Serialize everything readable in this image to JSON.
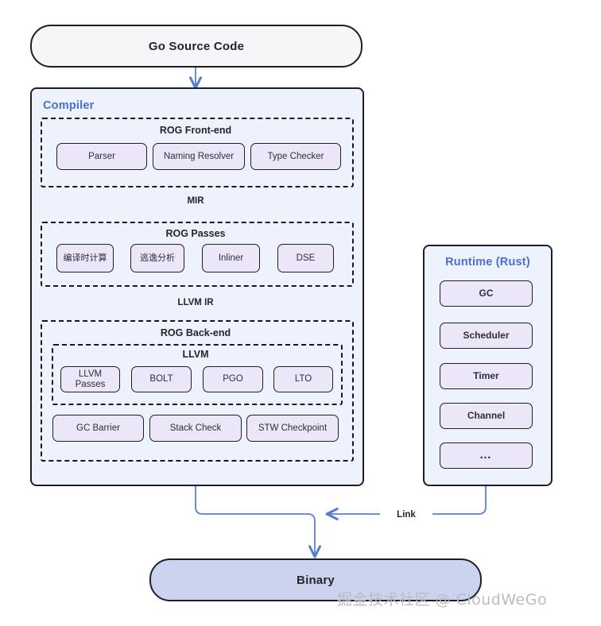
{
  "colors": {
    "accent_blue": "#4a6fd0",
    "wire_blue": "#5b7fd0",
    "panel_bg": "#eef2fc",
    "chip_fill": "#ece7f8",
    "binary_fill": "#ccd3ef",
    "source_fill": "#f5f6f8",
    "outline": "#1d1f25"
  },
  "nodes": {
    "source": {
      "label": "Go Source Code"
    },
    "binary": {
      "label": "Binary"
    }
  },
  "compiler": {
    "title": "Compiler",
    "groups": [
      {
        "title": "ROG Front-end",
        "chips": [
          {
            "label": "Parser"
          },
          {
            "label": "Naming Resolver"
          },
          {
            "label": "Type Checker"
          }
        ]
      },
      {
        "title": "ROG Passes",
        "chips": [
          {
            "label": "编译时计算"
          },
          {
            "label": "逃逸分析"
          },
          {
            "label": "Inliner"
          },
          {
            "label": "DSE"
          }
        ]
      },
      {
        "title": "ROG Back-end",
        "subgroup": {
          "title": "LLVM",
          "chips": [
            {
              "label": "LLVM Passes"
            },
            {
              "label": "BOLT"
            },
            {
              "label": "PGO"
            },
            {
              "label": "LTO"
            }
          ]
        },
        "chips": [
          {
            "label": "GC Barrier"
          },
          {
            "label": "Stack Check"
          },
          {
            "label": "STW Checkpoint"
          }
        ]
      }
    ]
  },
  "runtime": {
    "title": "Runtime (Rust)",
    "chips": [
      {
        "label": "GC"
      },
      {
        "label": "Scheduler"
      },
      {
        "label": "Timer"
      },
      {
        "label": "Channel"
      },
      {
        "label": "…"
      }
    ]
  },
  "edges": {
    "mir": "MIR",
    "llvm_ir": "LLVM IR",
    "link": "Link"
  },
  "watermark": {
    "text": "掘金技术社区 @ CloudWeGo"
  }
}
